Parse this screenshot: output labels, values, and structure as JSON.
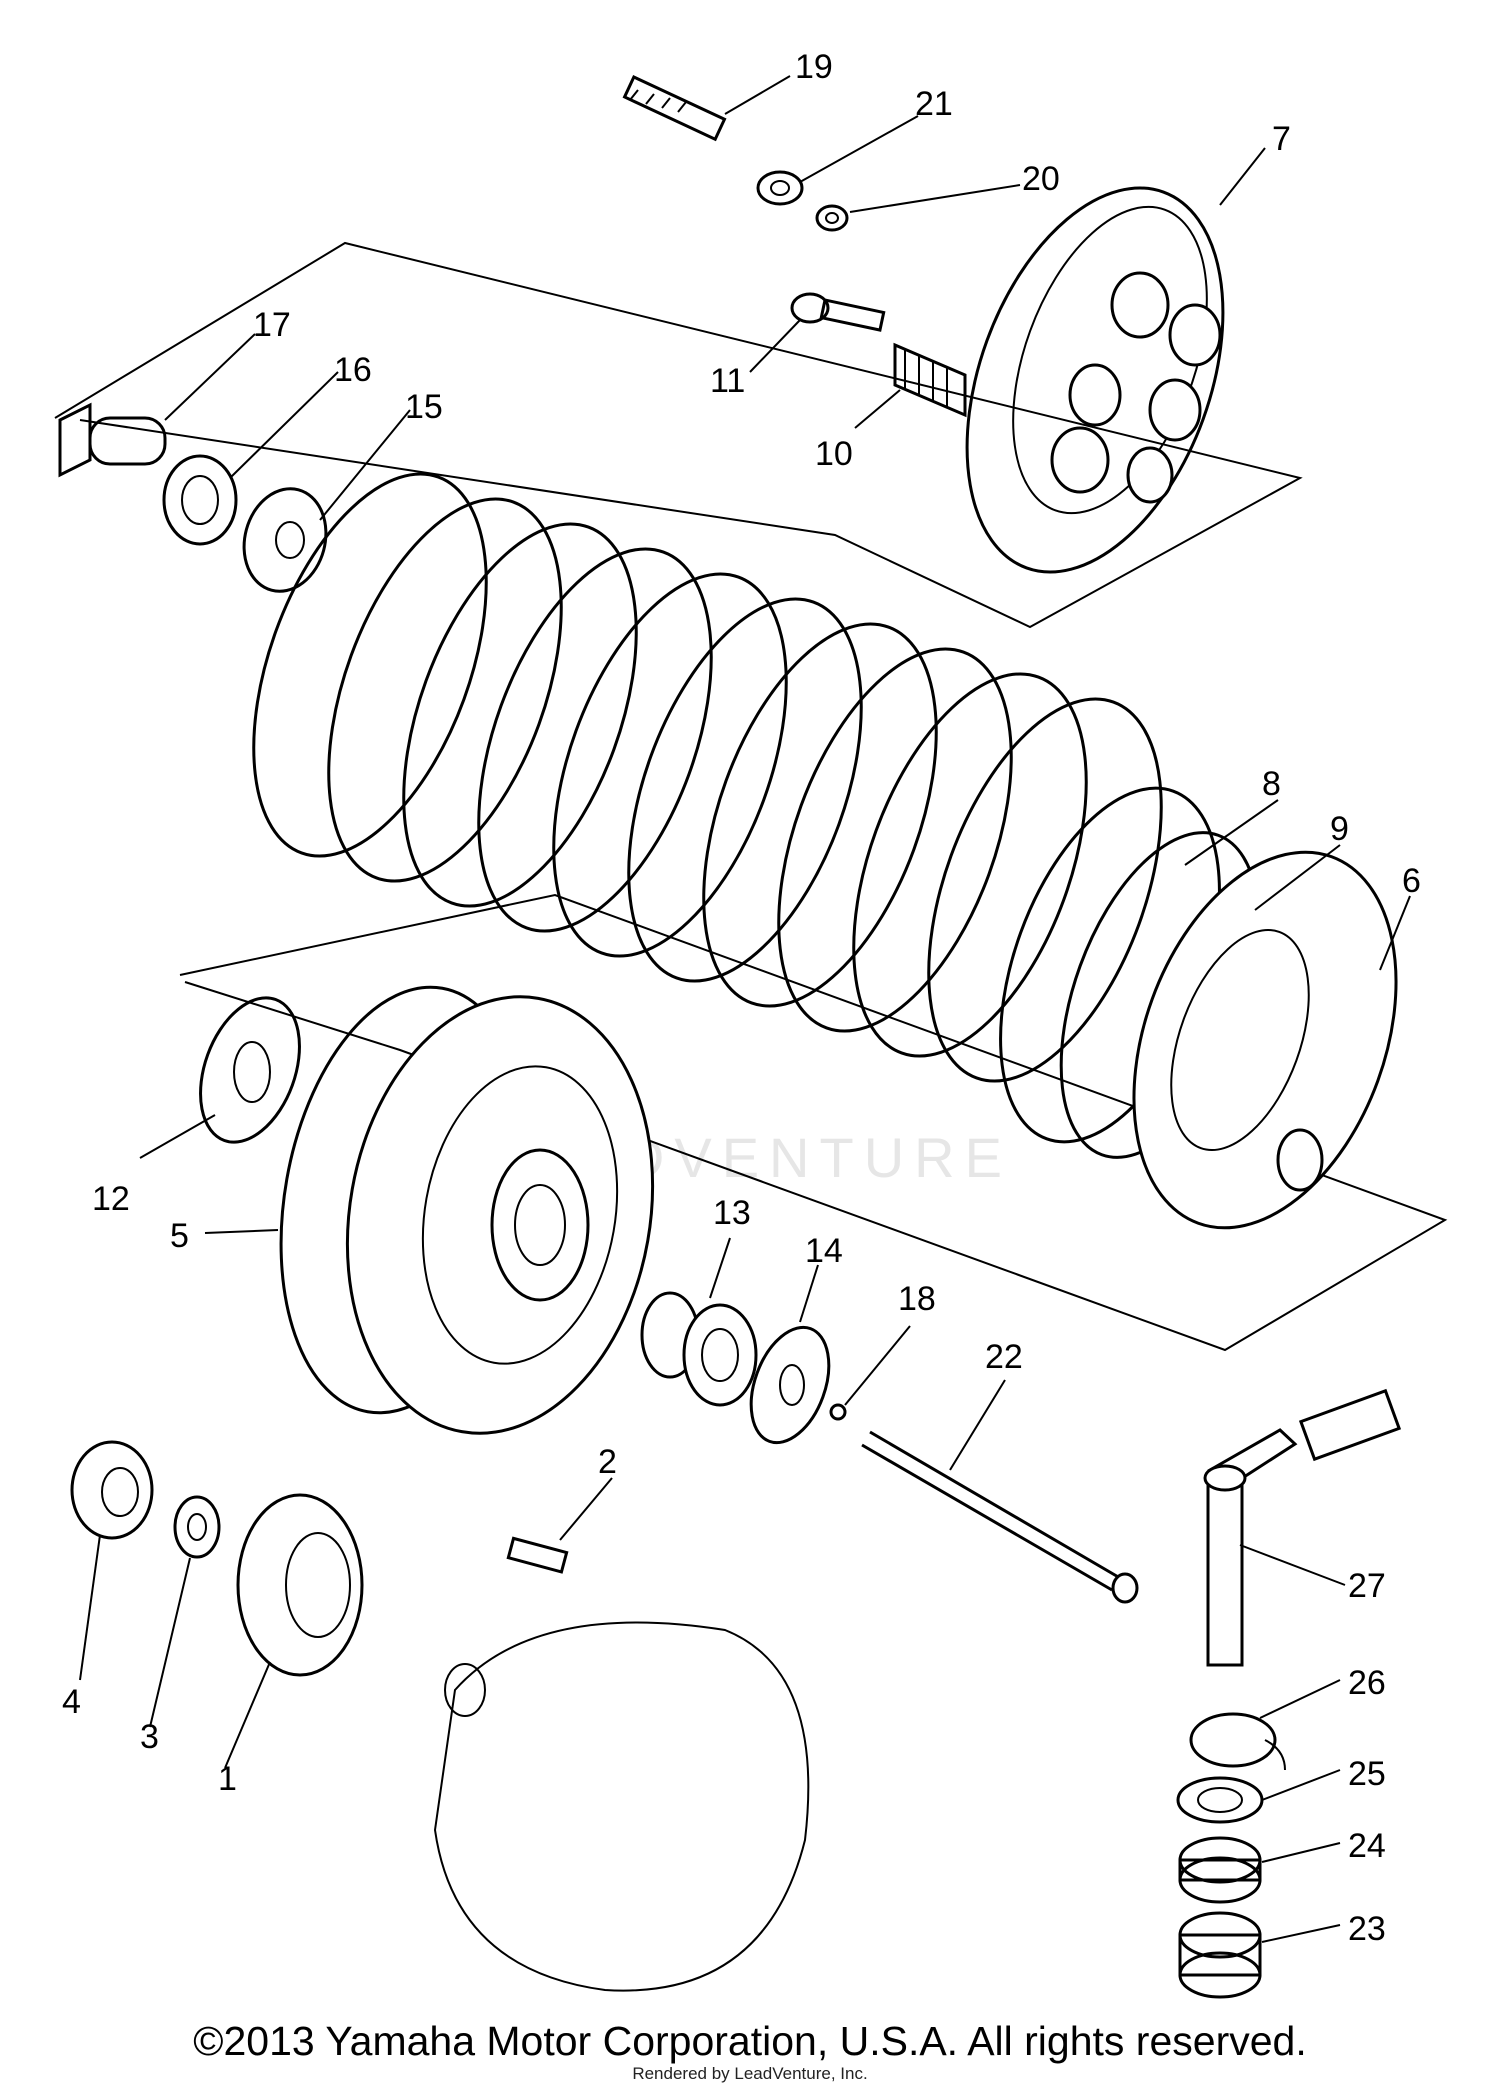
{
  "watermark": "LEADVENTURE",
  "footer": {
    "copyright": "©2013 Yamaha Motor Corporation, U.S.A. All rights reserved.",
    "rendered_by": "Rendered by LeadVenture, Inc."
  },
  "callouts": [
    {
      "id": "1",
      "label": "1"
    },
    {
      "id": "2",
      "label": "2"
    },
    {
      "id": "3",
      "label": "3"
    },
    {
      "id": "4",
      "label": "4"
    },
    {
      "id": "5",
      "label": "5"
    },
    {
      "id": "6",
      "label": "6"
    },
    {
      "id": "7",
      "label": "7"
    },
    {
      "id": "8",
      "label": "8"
    },
    {
      "id": "9",
      "label": "9"
    },
    {
      "id": "10",
      "label": "10"
    },
    {
      "id": "11",
      "label": "11"
    },
    {
      "id": "12",
      "label": "12"
    },
    {
      "id": "13",
      "label": "13"
    },
    {
      "id": "14",
      "label": "14"
    },
    {
      "id": "15",
      "label": "15"
    },
    {
      "id": "16",
      "label": "16"
    },
    {
      "id": "17",
      "label": "17"
    },
    {
      "id": "18",
      "label": "18"
    },
    {
      "id": "19",
      "label": "19"
    },
    {
      "id": "20",
      "label": "20"
    },
    {
      "id": "21",
      "label": "21"
    },
    {
      "id": "22",
      "label": "22"
    },
    {
      "id": "23",
      "label": "23"
    },
    {
      "id": "24",
      "label": "24"
    },
    {
      "id": "25",
      "label": "25"
    },
    {
      "id": "26",
      "label": "26"
    },
    {
      "id": "27",
      "label": "27"
    }
  ]
}
